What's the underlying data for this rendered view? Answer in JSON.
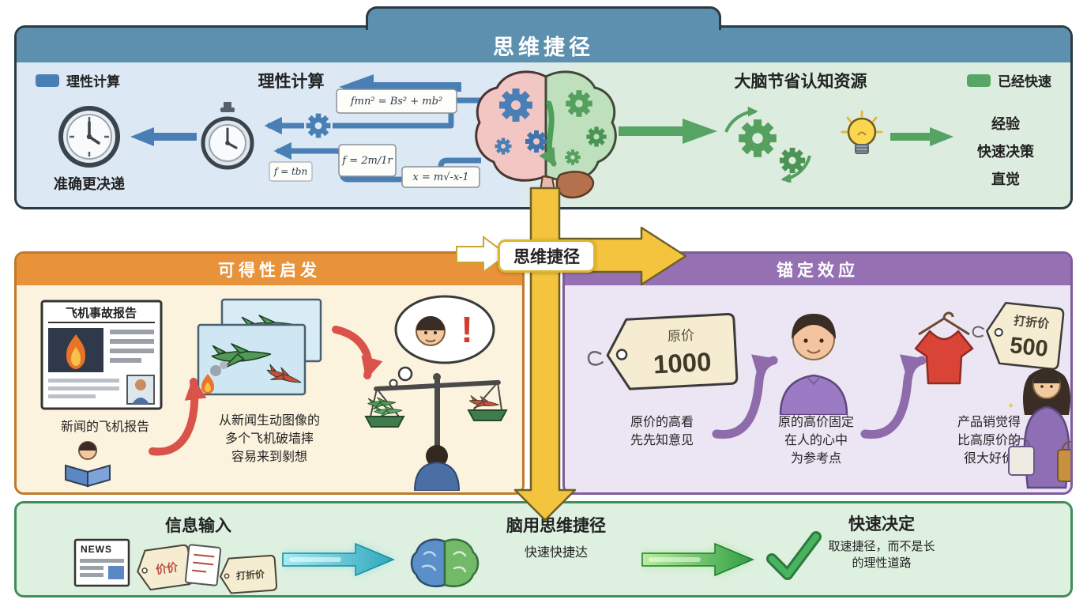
{
  "title": "思维捷径",
  "top_panel": {
    "legend_left": "理性计算",
    "legend_right": "已经快速",
    "left": {
      "heading": "理性计算",
      "caption": "准确更决递",
      "formula1": "fmn² = Bs² + mb²",
      "formula2": "f = 2m/1r",
      "formula3": "x = m√-x-1",
      "formula4": "f = tbn"
    },
    "right": {
      "heading": "大脑节省认知资源",
      "items": [
        "经验",
        "快速决策",
        "直觉"
      ]
    }
  },
  "connector": {
    "label": "思维捷径"
  },
  "availability_panel": {
    "header": "可得性启发",
    "newspaper_title": "飞机事故报告",
    "caption1": "新闻的飞机报告",
    "caption2_lines": [
      "从新闻生动图像的",
      "多个飞机破墙摔",
      "容易来到剶想"
    ],
    "exclamation": "!"
  },
  "anchoring_panel": {
    "header": "锚定效应",
    "tag_original_label": "原价",
    "tag_original_value": "1000",
    "caption1_lines": [
      "原价的高看",
      "先先知意见"
    ],
    "caption2_lines": [
      "原的高价固定",
      "在人的心中",
      "为参考点"
    ],
    "tag_discount_label": "打折价",
    "tag_discount_value": "500",
    "caption3_lines": [
      "产品销觉得",
      "比高原价的",
      "很大好价"
    ]
  },
  "bottom_panel": {
    "step1_title": "信息输入",
    "news_label": "NEWS",
    "tag_labels": [
      "价价",
      "打折价"
    ],
    "step2_title": "脑用思维捷径",
    "step2_caption": "快速快捷达",
    "step3_title": "快速决定",
    "step3_caption_lines": [
      "取速捷径，而不是长",
      "的理性道路"
    ]
  },
  "colors": {
    "blue": "#4a7fb5",
    "green": "#55a05e",
    "yellow": "#f4c43e",
    "orange": "#e8923a",
    "purple": "#9571b4",
    "red": "#d9534a"
  }
}
